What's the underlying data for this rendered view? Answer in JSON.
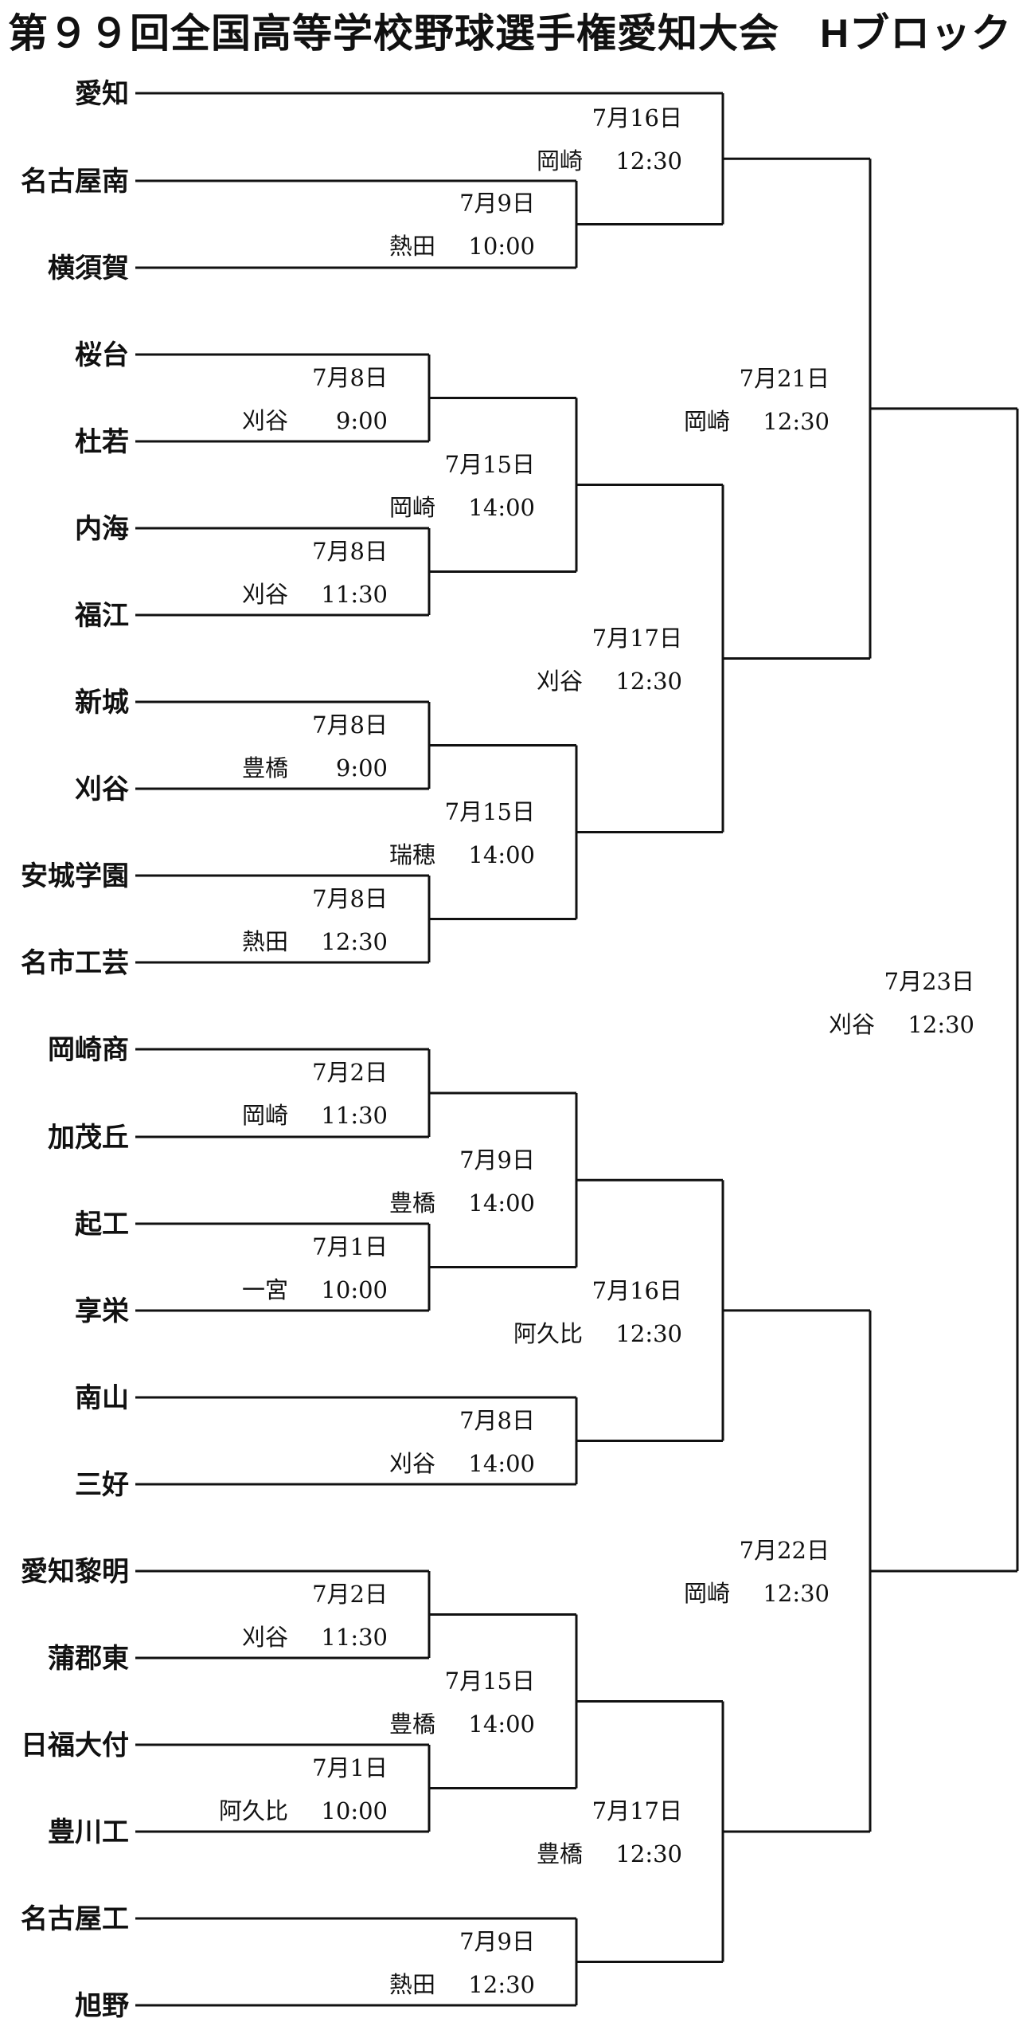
{
  "title": "第９９回全国高等学校野球選手権愛知大会　Hブロック",
  "teams": [
    {
      "name": "愛知"
    },
    {
      "name": "名古屋南"
    },
    {
      "name": "横須賀"
    },
    {
      "name": "桜台"
    },
    {
      "name": "杜若"
    },
    {
      "name": "内海"
    },
    {
      "name": "福江"
    },
    {
      "name": "新城"
    },
    {
      "name": "刈谷"
    },
    {
      "name": "安城学園"
    },
    {
      "name": "名市工芸"
    },
    {
      "name": "岡崎商"
    },
    {
      "name": "加茂丘"
    },
    {
      "name": "起工"
    },
    {
      "name": "享栄"
    },
    {
      "name": "南山"
    },
    {
      "name": "三好"
    },
    {
      "name": "愛知黎明"
    },
    {
      "name": "蒲郡東"
    },
    {
      "name": "日福大付"
    },
    {
      "name": "豊川工"
    },
    {
      "name": "名古屋工"
    },
    {
      "name": "旭野"
    }
  ],
  "games": [
    {
      "id": "m1",
      "date": "7月9日",
      "venue": "熱田",
      "time": "10:00"
    },
    {
      "id": "m2",
      "date": "7月8日",
      "venue": "刈谷",
      "time": "9:00"
    },
    {
      "id": "m3",
      "date": "7月8日",
      "venue": "刈谷",
      "time": "11:30"
    },
    {
      "id": "m4",
      "date": "7月8日",
      "venue": "豊橋",
      "time": "9:00"
    },
    {
      "id": "m5",
      "date": "7月8日",
      "venue": "熱田",
      "time": "12:30"
    },
    {
      "id": "m6",
      "date": "7月2日",
      "venue": "岡崎",
      "time": "11:30"
    },
    {
      "id": "m7",
      "date": "7月1日",
      "venue": "一宮",
      "time": "10:00"
    },
    {
      "id": "m8",
      "date": "7月8日",
      "venue": "刈谷",
      "time": "14:00"
    },
    {
      "id": "m9",
      "date": "7月2日",
      "venue": "刈谷",
      "time": "11:30"
    },
    {
      "id": "m10",
      "date": "7月1日",
      "venue": "阿久比",
      "time": "10:00"
    },
    {
      "id": "m11",
      "date": "7月9日",
      "venue": "熱田",
      "time": "12:30"
    },
    {
      "id": "m12",
      "date": "7月16日",
      "venue": "岡崎",
      "time": "12:30"
    },
    {
      "id": "m13",
      "date": "7月15日",
      "venue": "岡崎",
      "time": "14:00"
    },
    {
      "id": "m14",
      "date": "7月15日",
      "venue": "瑞穂",
      "time": "14:00"
    },
    {
      "id": "m15",
      "date": "7月9日",
      "venue": "豊橋",
      "time": "14:00"
    },
    {
      "id": "m16",
      "date": "7月15日",
      "venue": "豊橋",
      "time": "14:00"
    },
    {
      "id": "m17",
      "date": "7月17日",
      "venue": "刈谷",
      "time": "12:30"
    },
    {
      "id": "m18",
      "date": "7月16日",
      "venue": "阿久比",
      "time": "12:30"
    },
    {
      "id": "m19",
      "date": "7月17日",
      "venue": "豊橋",
      "time": "12:30"
    },
    {
      "id": "m20",
      "date": "7月21日",
      "venue": "岡崎",
      "time": "12:30"
    },
    {
      "id": "m21",
      "date": "7月22日",
      "venue": "岡崎",
      "time": "12:30"
    },
    {
      "id": "m22",
      "date": "7月23日",
      "venue": "刈谷",
      "time": "12:30"
    }
  ]
}
